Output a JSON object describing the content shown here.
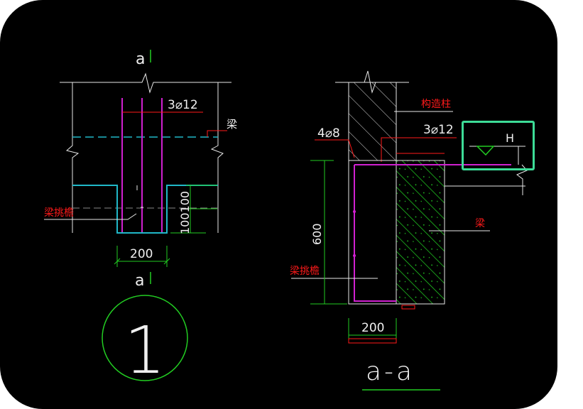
{
  "left_detail": {
    "section_mark_top": "a",
    "section_mark_bottom": "a",
    "rebar_label": "3⌀12",
    "beam_label": "梁",
    "hanger_label": "梁挑檐",
    "dim_width": "200",
    "dim_height": "100100",
    "detail_number": "1"
  },
  "right_detail": {
    "column_label": "构造柱",
    "rebar_top_left": "4⌀8",
    "rebar_top_right": "3⌀12",
    "beam_label": "梁",
    "hanger_label": "梁挑檐",
    "dim_height": "600",
    "dim_width": "200",
    "section_title": "a-a",
    "level_symbol": "H"
  },
  "colors": {
    "background": "#000000",
    "magenta": "#d020d0",
    "cyan": "#20b8c8",
    "green": "#22cc22",
    "red": "#ff1a1a",
    "highlight": "#3ddc97"
  }
}
